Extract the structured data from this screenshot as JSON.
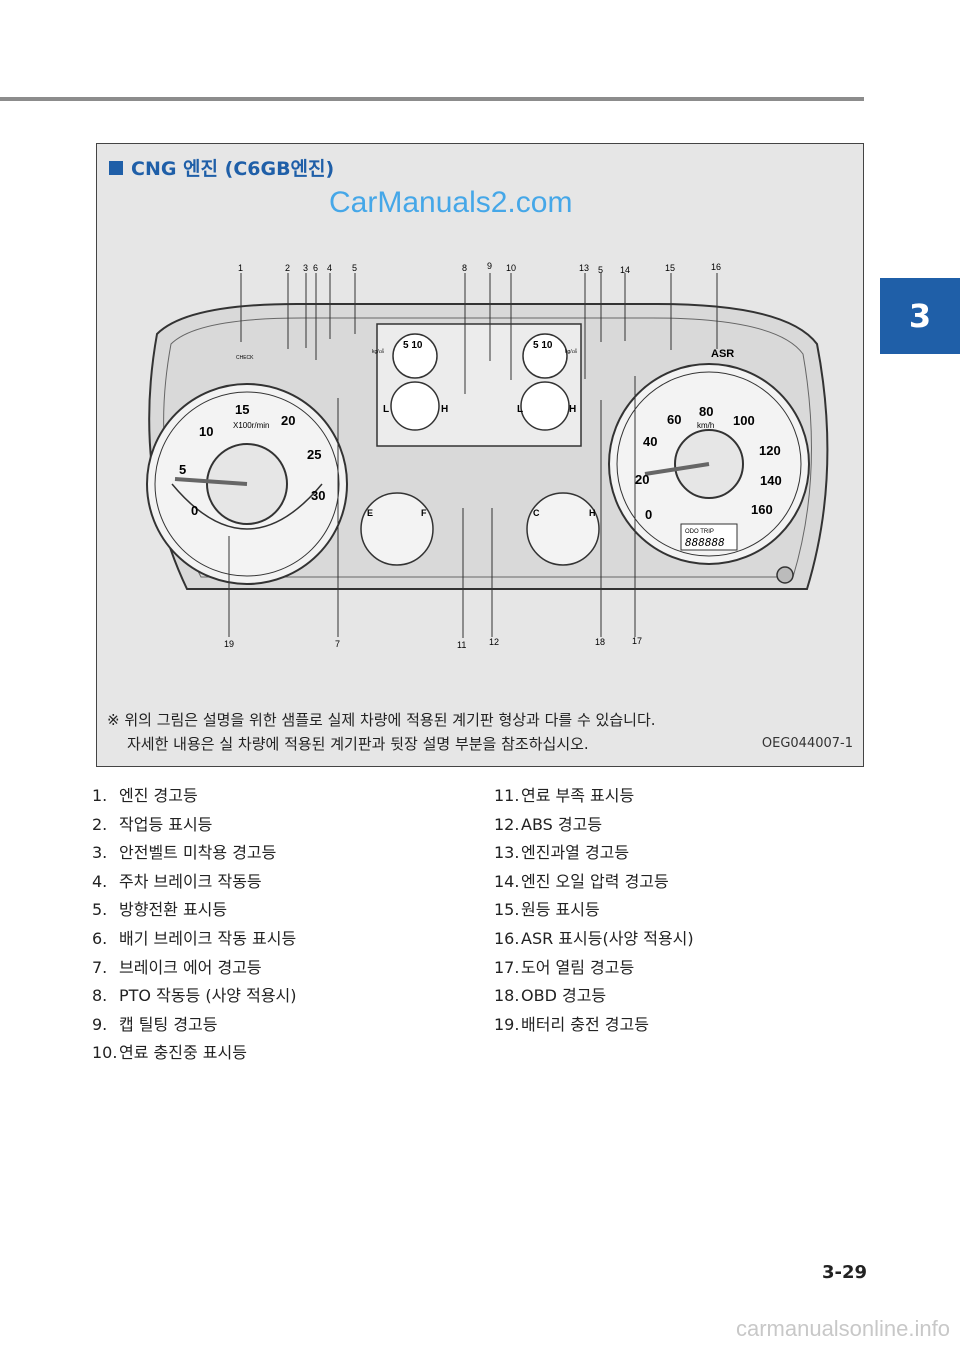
{
  "chapter_tab": "3",
  "figure": {
    "title": "CNG 엔진 (C6GB엔진)",
    "watermark": "CarManuals2.com",
    "tach": {
      "ticks": [
        "0",
        "5",
        "10",
        "15",
        "20",
        "25",
        "30"
      ],
      "unit": "X100r/min"
    },
    "speedo": {
      "ticks": [
        "0",
        "20",
        "40",
        "60",
        "80",
        "100",
        "120",
        "140",
        "160"
      ],
      "unit": "km/h"
    },
    "odometer": {
      "label": "ODO TRIP",
      "digits": "888888"
    },
    "fuel_gauge": {
      "empty": "E",
      "full": "F"
    },
    "temp_gauge": {
      "cold": "C",
      "hot": "H"
    },
    "pressure_gauges": {
      "scale": "5 10",
      "unit": "kg/㎠",
      "low": "L",
      "high": "H"
    },
    "warning_label_check": "CHECK",
    "warning_label_asr": "ASR",
    "callouts": [
      "1",
      "2",
      "3",
      "6",
      "4",
      "5",
      "8",
      "9",
      "10",
      "13",
      "5",
      "14",
      "15",
      "16",
      "19",
      "7",
      "11",
      "12",
      "18",
      "17"
    ],
    "note_line1": "※ 위의 그림은 설명을 위한 샘플로 실제 차량에 적용된 계기판 형상과 다를 수 있습니다.",
    "note_line2": "자세한 내용은 실 차량에 적용된 계기판과 뒷장 설명 부분을 참조하십시오.",
    "code": "OEG044007-1"
  },
  "list_left": [
    {
      "num": "1.",
      "text": "엔진 경고등"
    },
    {
      "num": "2.",
      "text": "작업등 표시등"
    },
    {
      "num": "3.",
      "text": "안전벨트 미착용 경고등"
    },
    {
      "num": "4.",
      "text": "주차 브레이크 작동등"
    },
    {
      "num": "5.",
      "text": "방향전환 표시등"
    },
    {
      "num": "6.",
      "text": "배기 브레이크 작동 표시등"
    },
    {
      "num": "7.",
      "text": "브레이크 에어 경고등"
    },
    {
      "num": "8.",
      "text": "PTO 작동등 (사양 적용시)"
    },
    {
      "num": "9.",
      "text": "캡 틸팅 경고등"
    },
    {
      "num": "10.",
      "text": "연료 충진중 표시등"
    }
  ],
  "list_right": [
    {
      "num": "11.",
      "text": "연료 부족 표시등"
    },
    {
      "num": "12.",
      "text": "ABS 경고등"
    },
    {
      "num": "13.",
      "text": "엔진과열 경고등"
    },
    {
      "num": "14.",
      "text": "엔진 오일 압력 경고등"
    },
    {
      "num": "15.",
      "text": "원등 표시등"
    },
    {
      "num": "16.",
      "text": "ASR 표시등(사양 적용시)"
    },
    {
      "num": "17.",
      "text": "도어 열림 경고등"
    },
    {
      "num": "18.",
      "text": "OBD 경고등"
    },
    {
      "num": "19.",
      "text": "배터리 충전 경고등"
    }
  ],
  "page_number": "3-29",
  "footer_watermark": "carmanualsonline.info"
}
